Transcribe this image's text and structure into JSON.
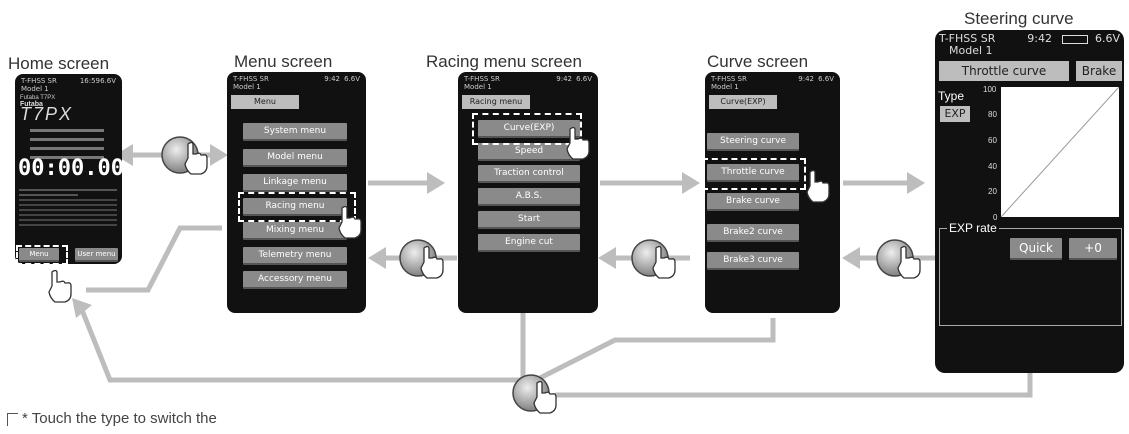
{
  "labels": {
    "home": "Home screen",
    "menu": "Menu screen",
    "racing": "Racing menu screen",
    "curve": "Curve screen",
    "steering": "Steering curve"
  },
  "footnote": "* Touch the type to switch the",
  "status": {
    "system": "T-FHSS SR",
    "time": "9:42",
    "model": "Model 1",
    "voltage": "6.6V"
  },
  "home": {
    "status_left": "T-FHSS SR",
    "status_right": "16:59",
    "voltage": "6.6V",
    "model": "Model 1",
    "brand": "Futaba T7PX",
    "logo": "Futaba",
    "product": "T7PX",
    "timer": "00:00.00",
    "menu_button": "Menu",
    "user_menu_button": "User menu"
  },
  "menu": {
    "title": "Menu",
    "items": [
      "System menu",
      "Model menu",
      "Linkage menu",
      "Racing menu",
      "Mixing menu",
      "Telemetry menu",
      "Accessory menu"
    ]
  },
  "racing": {
    "title": "Racing menu",
    "items": [
      "Curve(EXP)",
      "Speed",
      "Traction control",
      "A.B.S.",
      "Start",
      "Engine cut"
    ]
  },
  "curve": {
    "title": "Curve(EXP)",
    "items": [
      "Steering curve",
      "Throttle curve",
      "Brake curve",
      "Brake2 curve",
      "Brake3 curve"
    ]
  },
  "steering": {
    "tab_throttle": "Throttle curve",
    "tab_brake": "Brake",
    "type_label": "Type",
    "type_value": "EXP",
    "y_ticks": [
      "100",
      "80",
      "60",
      "40",
      "20",
      "0"
    ],
    "exp_rate_label": "EXP rate",
    "quick_button": "Quick",
    "value_button": "+0"
  }
}
